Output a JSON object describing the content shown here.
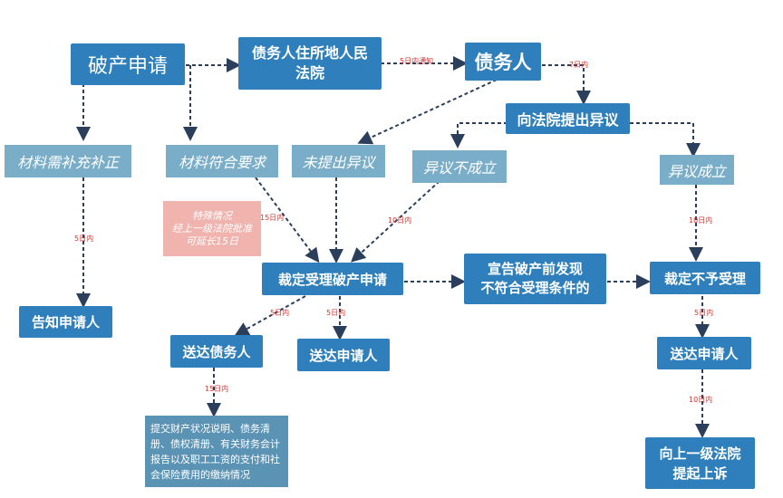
{
  "nodes": {
    "petition": "破产申请",
    "court": "债务人住所地人民\n法院",
    "debtor": "债务人",
    "objection": "向法院提出异议",
    "supplement": "材料需补充补正",
    "meets": "材料符合要求",
    "no_objection": "未提出异议",
    "objection_fail": "异议不成立",
    "objection_ok": "异议成立",
    "special": "特殊情况\n经上一级法院批准\n可延长15日",
    "accept": "裁定受理破产申请",
    "found_before": "宣告破产前发现\n不符合受理条件的",
    "reject": "裁定不予受理",
    "notify_applicant": "告知申请人",
    "serve_debtor": "送达债务人",
    "serve_applicant_mid": "送达申请人",
    "serve_applicant_right": "送达申请人",
    "submit_info": "提交财产状况说明、债务清册、债权清册、有关财务会计报告以及职工工资的支付和社会保险费用的缴纳情况",
    "appeal": "向上一级法院\n提起上诉"
  },
  "edge_labels": {
    "court_debtor": "5日内通知",
    "debtor_objection": "7日内",
    "supplement_notify": "5日内",
    "meets_accept": "15日内",
    "fail_accept": "10日内",
    "ok_reject": "10日内",
    "accept_serve_debtor": "5日内",
    "accept_serve_applicant": "5日内",
    "serve_debtor_submit": "15日内",
    "reject_serve": "5日内",
    "serve_appeal": "10日内"
  },
  "colors": {
    "main": "#2e7fbb",
    "light": "#7aaec8",
    "note": "#f1b3ae",
    "edge": "#2b3f5c",
    "label": "#d9302b"
  }
}
